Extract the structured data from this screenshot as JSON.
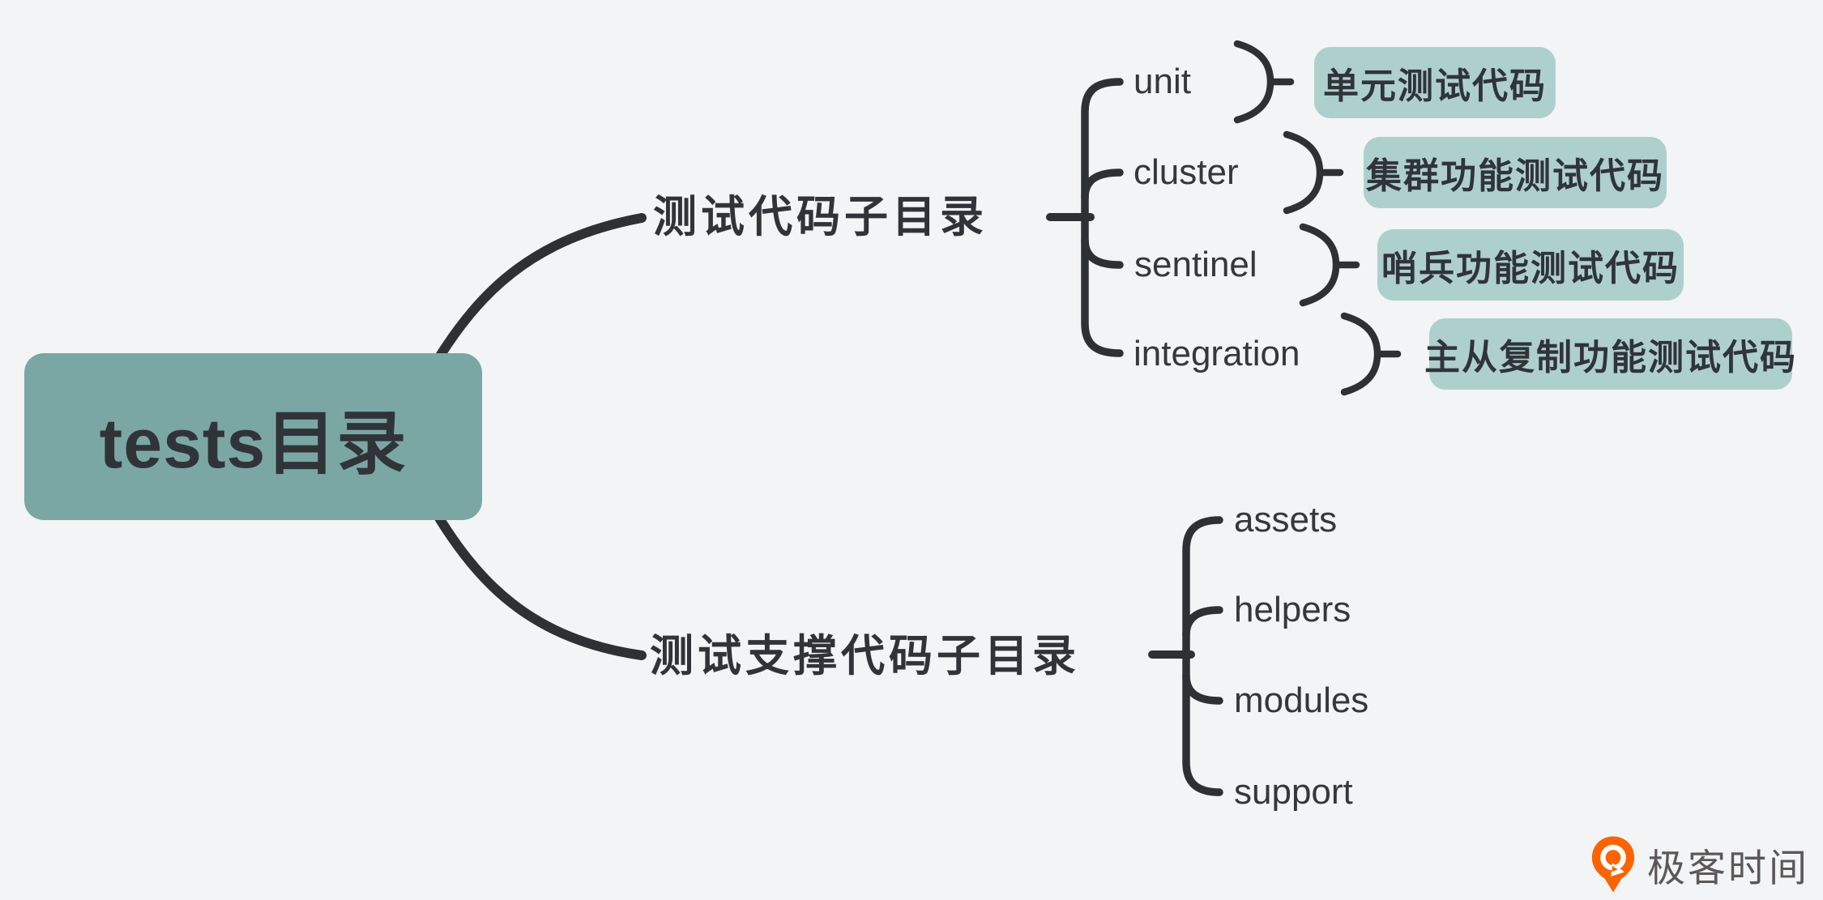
{
  "title": "tests目录 mind map",
  "colors": {
    "background": "#f2f4f6",
    "root_fill": "#7aa7a4",
    "note_fill": "#aed0cc",
    "line": "#2d3134",
    "text_dark": "#303438",
    "logo_orange": "#fb6400",
    "logo_text": "#5c5858"
  },
  "root": {
    "label": "tests目录"
  },
  "branches": [
    {
      "label": "测试代码子目录",
      "children": [
        {
          "label": "unit",
          "note": "单元测试代码"
        },
        {
          "label": "cluster",
          "note": "集群功能测试代码"
        },
        {
          "label": "sentinel",
          "note": "哨兵功能测试代码"
        },
        {
          "label": "integration",
          "note": "主从复制功能测试代码"
        }
      ]
    },
    {
      "label": "测试支撑代码子目录",
      "children": [
        {
          "label": "assets"
        },
        {
          "label": "helpers"
        },
        {
          "label": "modules"
        },
        {
          "label": "support"
        }
      ]
    }
  ],
  "watermark": {
    "label": "极客时间"
  }
}
